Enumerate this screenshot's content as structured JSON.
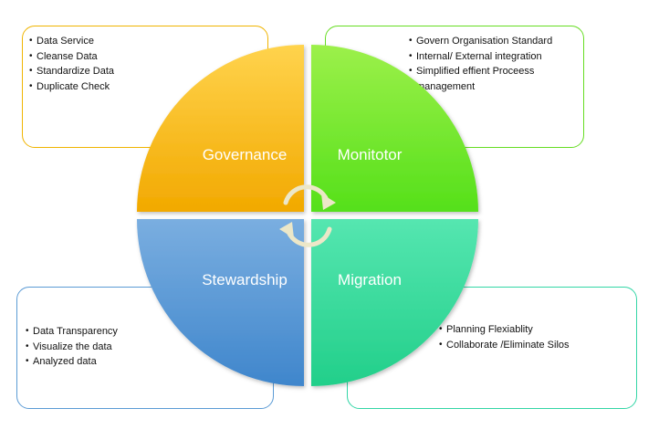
{
  "quadrants": {
    "governance": {
      "label": "Governance",
      "color_top": "#ffd34d",
      "color_bottom": "#f2a900"
    },
    "monitor": {
      "label": "Monitotor",
      "color_top": "#9cf04a",
      "color_bottom": "#55e01a"
    },
    "stewardship": {
      "label": "Stewardship",
      "color_top": "#7aaee0",
      "color_bottom": "#3f86cc"
    },
    "migration": {
      "label": "Migration",
      "color_top": "#55e6b0",
      "color_bottom": "#22cf8a"
    }
  },
  "boxes": {
    "top_left": {
      "items": [
        "Data Service",
        "Cleanse Data",
        "Standardize Data",
        "Duplicate Check"
      ]
    },
    "top_right": {
      "items": [
        "Govern Organisation Standard",
        "Internal/ External integration",
        "Simplified effient Proceess management"
      ]
    },
    "bottom_left": {
      "items": [
        "Data Transparency",
        "Visualize the data",
        "Analyzed data"
      ]
    },
    "bottom_right": {
      "items": [
        "Planning Flexiablity",
        "Collaborate /Eliminate Silos"
      ]
    }
  },
  "cycle_icon": "circular-arrows-icon"
}
